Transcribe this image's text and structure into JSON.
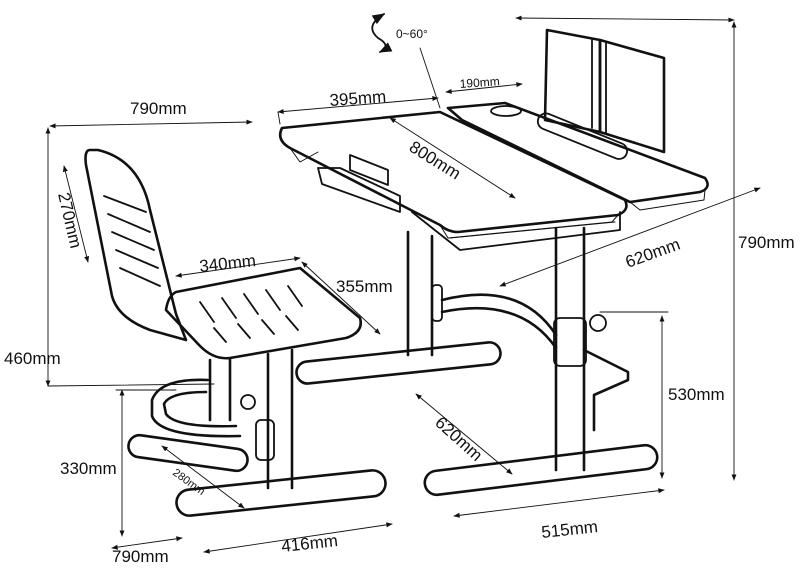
{
  "dimensions": {
    "tilt_angle": "0~60°",
    "desk_top_left_width": "395mm",
    "desk_top_right_width": "190mm",
    "desk_top_length": "800mm",
    "desk_depth": "620mm",
    "desk_total_height": "790mm",
    "desk_leg_height": "530mm",
    "desk_base_depth": "620mm",
    "desk_base_width": "515mm",
    "chair_overall_width": "790mm",
    "chair_back_height": "270mm",
    "chair_seat_width": "340mm",
    "chair_seat_depth": "355mm",
    "chair_total_height": "460mm",
    "chair_seat_height": "330mm",
    "chair_footrest": "280mm",
    "chair_base_width": "416mm",
    "chair_base_depth": "790mm"
  },
  "colors": {
    "line": "#111111",
    "background": "#ffffff"
  }
}
